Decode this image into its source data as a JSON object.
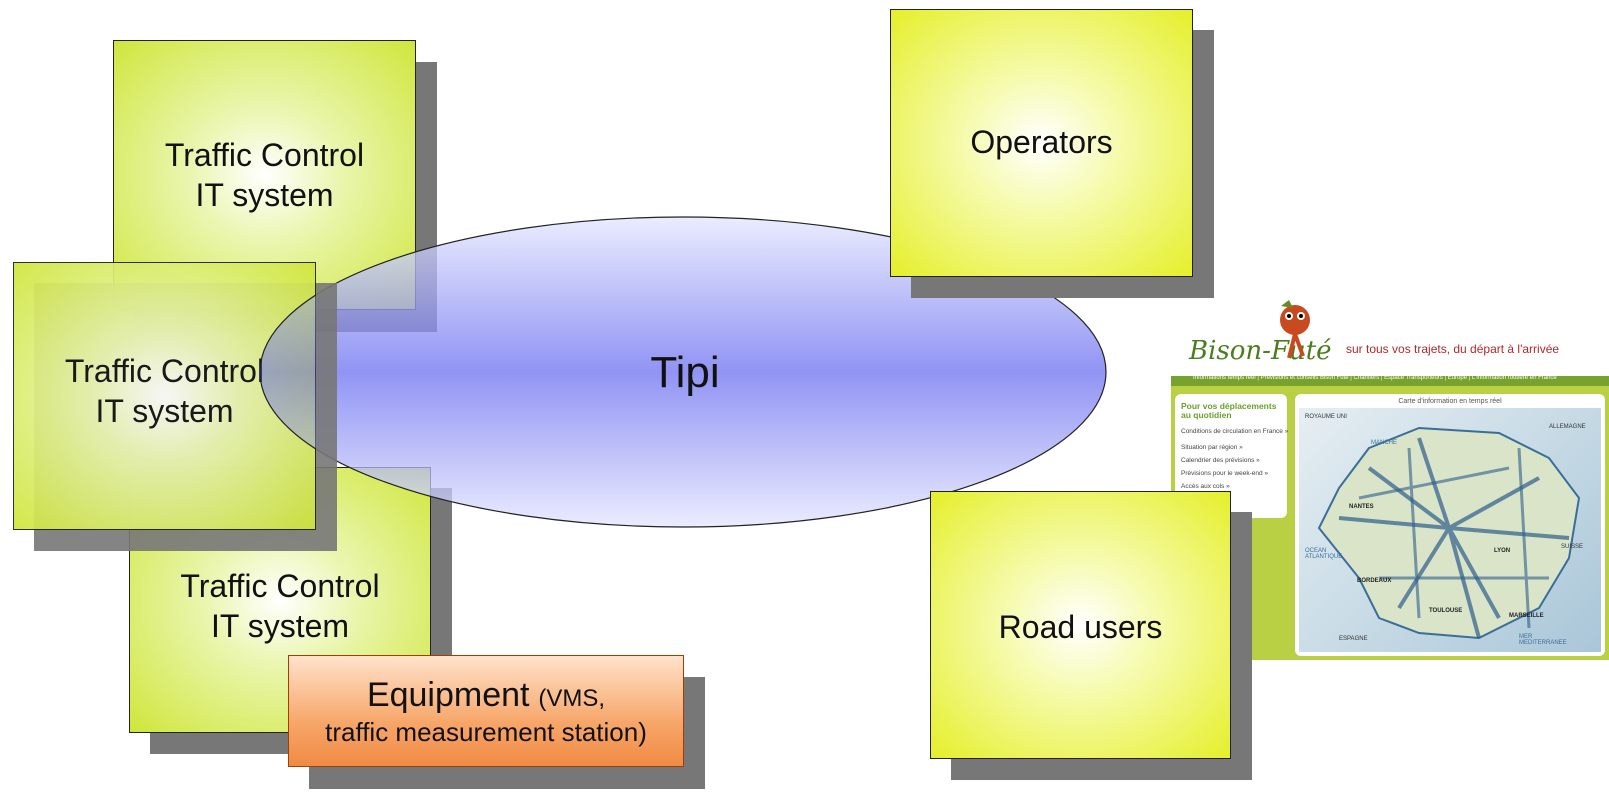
{
  "diagram": {
    "center": {
      "label": "Tipi"
    },
    "traffic_control_boxes": [
      {
        "line1": "Traffic Control",
        "line2": "IT system"
      },
      {
        "line1": "Traffic Control",
        "line2": "IT system"
      },
      {
        "line1": "Traffic Control",
        "line2": "IT system"
      }
    ],
    "equipment": {
      "main": "Equipment",
      "detail1": "(VMS,",
      "detail2": "traffic measurement station)"
    },
    "operators": {
      "label": "Operators"
    },
    "road_users": {
      "label": "Road users"
    },
    "colors": {
      "green_box": "#cfe63b",
      "yellow_box": "#e5ef2a",
      "orange_box": "#f08a45",
      "ellipse": "#7b7ef2",
      "shadow": "#777777"
    }
  },
  "screenshot": {
    "logo": "Bison-Futé",
    "tagline": "sur tous vos trajets, du départ à l'arrivée",
    "nav": "Informations temps réel | Prévisions et conseils Bison Futé | Chantiers | Espace Transporteurs | Europe | L'information routière en France",
    "left_panel": {
      "title": "Pour vos déplacements au quotidien",
      "items": [
        "Conditions de circulation en France »",
        "Situation par région »",
        "Calendrier des prévisions »",
        "Prévisions pour le week-end »",
        "Accès aux cols »"
      ]
    },
    "map_title": "Carte d'information en temps réel",
    "map_labels": [
      "ROYAUME UNI",
      "ALLEMAGNE",
      "MANCHE",
      "OCEAN ATLANTIQUE",
      "BORDEAUX",
      "ESPAGNE",
      "MER MEDITERRANEE",
      "SUISSE",
      "MARSEILLE",
      "TOULOUSE",
      "NANTES",
      "LYON"
    ]
  }
}
